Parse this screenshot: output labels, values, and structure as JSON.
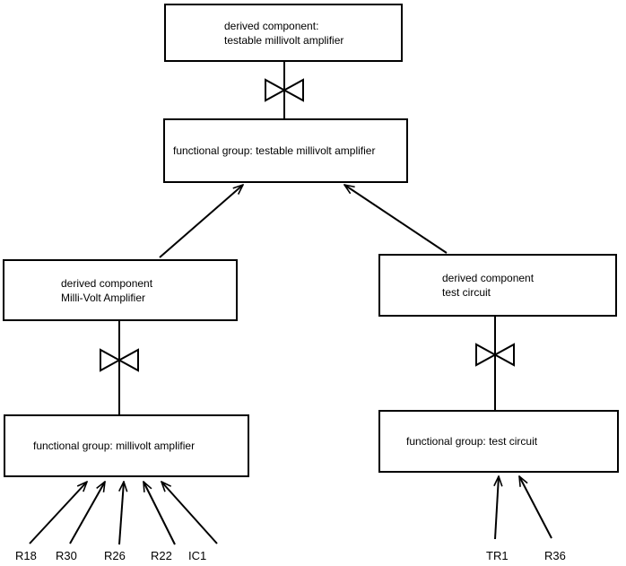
{
  "diagram": {
    "colors": {
      "background": "#ffffff",
      "line": "#000000",
      "text": "#000000"
    },
    "boxes": {
      "derived_testable": {
        "line1": "derived component:",
        "line2": "testable millivolt amplifier"
      },
      "functional_testable": {
        "label": "functional group: testable millivolt amplifier"
      },
      "derived_millivolt": {
        "line1": "derived component",
        "line2": "Milli-Volt Amplifier"
      },
      "derived_test": {
        "line1": "derived component",
        "line2": "test circuit"
      },
      "functional_millivolt": {
        "label": "functional group: millivolt amplifier"
      },
      "functional_test": {
        "label": "functional group: test circuit"
      }
    },
    "components": {
      "left": [
        "R18",
        "R30",
        "R26",
        "R22",
        "IC1"
      ],
      "right": [
        "TR1",
        "R36"
      ]
    }
  }
}
